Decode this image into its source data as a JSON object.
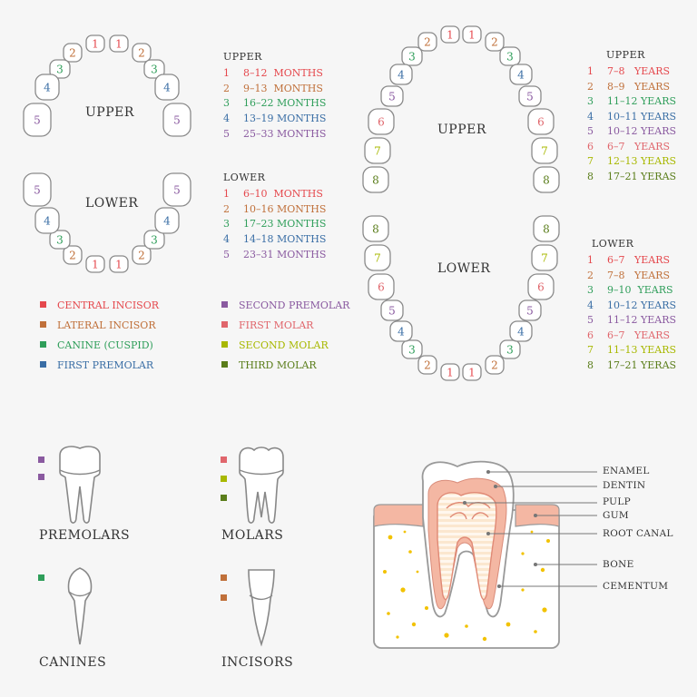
{
  "colors": {
    "c1": "#e5484d",
    "c2": "#c0703a",
    "c3": "#2f9e5a",
    "c4": "#3a6ea5",
    "c5": "#8a5aa0",
    "c6": "#e0666c",
    "c7": "#a8b800",
    "c8": "#5a7d1a"
  },
  "baby": {
    "upper_label": "UPPER",
    "lower_label": "LOWER",
    "upper_title": "UPPER",
    "lower_title": "LOWER",
    "upper_rows": [
      {
        "num": "1",
        "text": "8–12  MONTHS"
      },
      {
        "num": "2",
        "text": "9–13  MONTHS"
      },
      {
        "num": "3",
        "text": "16–22 MONTHS"
      },
      {
        "num": "4",
        "text": "13–19 MONTHS"
      },
      {
        "num": "5",
        "text": "25–33 MONTHS"
      }
    ],
    "lower_rows": [
      {
        "num": "1",
        "text": "6–10  MONTHS"
      },
      {
        "num": "2",
        "text": "10–16 MONTHS"
      },
      {
        "num": "3",
        "text": "17–23 MONTHS"
      },
      {
        "num": "4",
        "text": "14–18 MONTHS"
      },
      {
        "num": "5",
        "text": "23–31 MONTHS"
      }
    ],
    "tooth_numbers": [
      "1",
      "2",
      "3",
      "4",
      "5"
    ]
  },
  "adult": {
    "upper_label": "UPPER",
    "lower_label": "LOWER",
    "upper_title": "UPPER",
    "lower_title": "LOWER",
    "upper_rows": [
      {
        "num": "1",
        "text": "7–8   YEARS"
      },
      {
        "num": "2",
        "text": "8–9   YEARS"
      },
      {
        "num": "3",
        "text": "11–12 YEARS"
      },
      {
        "num": "4",
        "text": "10–11 YEARS"
      },
      {
        "num": "5",
        "text": "10–12 YEARS"
      },
      {
        "num": "6",
        "text": "6–7   YEARS"
      },
      {
        "num": "7",
        "text": "12–13 YEARS"
      },
      {
        "num": "8",
        "text": "17–21 YERAS"
      }
    ],
    "lower_rows": [
      {
        "num": "1",
        "text": "6–7   YEARS"
      },
      {
        "num": "2",
        "text": "7–8   YEARS"
      },
      {
        "num": "3",
        "text": "9–10  YEARS"
      },
      {
        "num": "4",
        "text": "10–12 YEARS"
      },
      {
        "num": "5",
        "text": "11–12 YEARS"
      },
      {
        "num": "6",
        "text": "6–7   YEARS"
      },
      {
        "num": "7",
        "text": "11–13 YEARS"
      },
      {
        "num": "8",
        "text": "17–21 YERAS"
      }
    ],
    "tooth_numbers": [
      "1",
      "2",
      "3",
      "4",
      "5",
      "6",
      "7",
      "8"
    ]
  },
  "legend": [
    {
      "label": "CENTRAL INCISOR",
      "color": "#e5484d"
    },
    {
      "label": "LATERAL INCISOR",
      "color": "#c0703a"
    },
    {
      "label": "CANINE (CUSPID)",
      "color": "#2f9e5a"
    },
    {
      "label": "FIRST PREMOLAR",
      "color": "#3a6ea5"
    },
    {
      "label": "SECOND PREMOLAR",
      "color": "#8a5aa0"
    },
    {
      "label": "FIRST MOLAR",
      "color": "#e0666c"
    },
    {
      "label": "SECOND MOLAR",
      "color": "#a8b800"
    },
    {
      "label": "THIRD MOLAR",
      "color": "#5a7d1a"
    }
  ],
  "tooth_types": {
    "premolars": "PREMOLARS",
    "molars": "MOLARS",
    "canines": "CANINES",
    "incisors": "INCISORS"
  },
  "anatomy": {
    "enamel": "ENAMEL",
    "dentin": "DENTIN",
    "pulp": "PULP",
    "gum": "GUM",
    "root_canal": "ROOT CANAL",
    "bone": "BONE",
    "cementum": "CEMENTUM"
  }
}
